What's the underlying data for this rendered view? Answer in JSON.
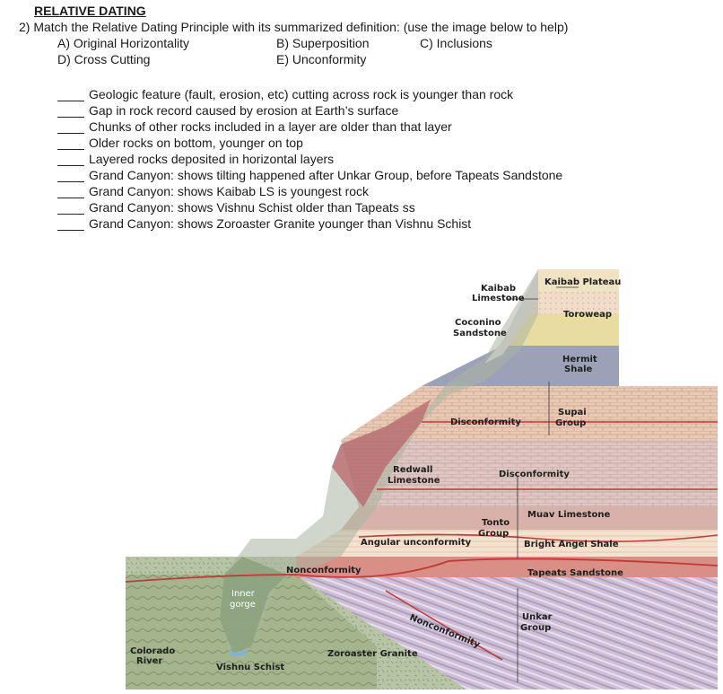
{
  "heading": "RELATIVE DATING",
  "question": "2)  Match the Relative Dating Principle with its summarized definition: (use the image below to help)",
  "options": [
    "A) Original Horizontality",
    "B) Superposition",
    "C) Inclusions",
    "D) Cross Cutting",
    "E) Unconformity"
  ],
  "items": [
    "Geologic feature (fault, erosion, etc) cutting across rock is younger than rock",
    "Gap in rock record caused by erosion at Earth’s surface",
    "Chunks of other rocks included in a layer are older than that layer",
    "Older rocks on bottom, younger on top",
    "Layered rocks deposited in horizontal layers",
    "Grand Canyon: shows tilting happened after Unkar Group, before Tapeats Sandstone",
    "Grand Canyon: shows Kaibab LS is youngest rock",
    "Grand Canyon: shows Vishnu Schist older than Tapeats ss",
    "Grand Canyon: shows Zoroaster Granite younger than Vishnu Schist"
  ],
  "figure": {
    "labels": {
      "kaibab_plateau": "Kaibab Plateau",
      "kaibab_limestone": [
        "Kaibab",
        "Limestone"
      ],
      "toroweap": "Toroweap",
      "coconino": [
        "Coconino",
        "Sandstone"
      ],
      "hermit": [
        "Hermit",
        "Shale"
      ],
      "supai": [
        "Supai",
        "Group"
      ],
      "disconformity_1": "Disconformity",
      "redwall": [
        "Redwall",
        "Limestone"
      ],
      "disconformity_2": "Disconformity",
      "muav": "Muav Limestone",
      "tonto": [
        "Tonto",
        "Group"
      ],
      "angular": "Angular unconformity",
      "bright_angel": "Bright Angel Shale",
      "nonconformity_1": "Nonconformity",
      "tapeats": "Tapeats Sandstone",
      "inner_gorge": [
        "Inner",
        "gorge"
      ],
      "nonconformity_2": "Nonconformity",
      "unkar": [
        "Unkar",
        "Group"
      ],
      "zoroaster": "Zoroaster Granite",
      "colorado": [
        "Colorado",
        "River"
      ],
      "vishnu": "Vishnu Schist"
    }
  }
}
